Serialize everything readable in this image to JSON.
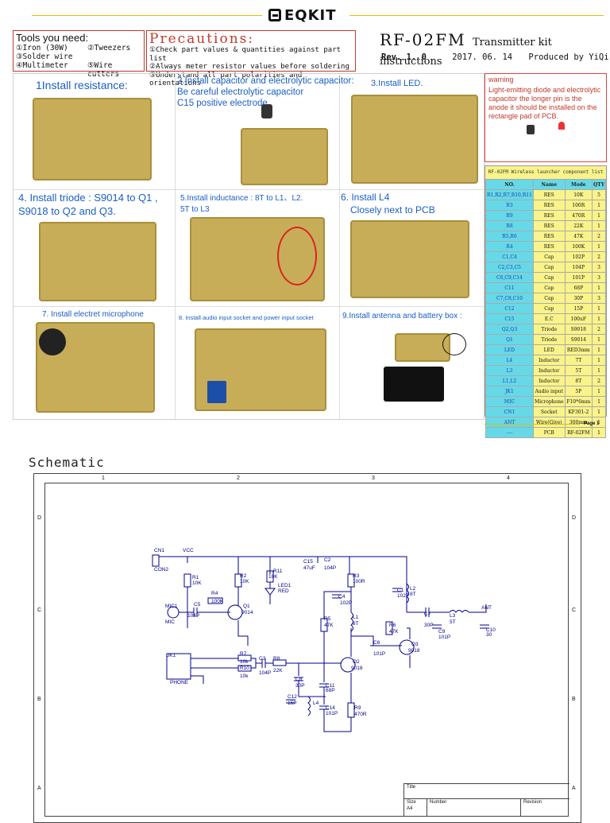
{
  "header": {
    "brand": "EQKIT"
  },
  "tools": {
    "title": "Tools you need:",
    "items": [
      "①Iron (30W)",
      "②Tweezers",
      "③Solder wire",
      "④Multimeter",
      "⑤Wire cutters"
    ]
  },
  "precautions": {
    "title": "Precautions:",
    "items": [
      "①Check part values & quantities against part list",
      "②Always meter resistor values before soldering",
      "③Understand all part polarities and orientations"
    ]
  },
  "kit": {
    "title": "RF-02FM",
    "subtitle": "Transmitter kit instructions",
    "rev": "Rev. 1. 0",
    "date": "2017. 06. 14",
    "produced": "Produced by YiQi"
  },
  "steps": [
    {
      "label": "1Install resistance:"
    },
    {
      "label": "2.Install capacitor and electrolytic capacitor:",
      "sub1": "Be careful electrolytic capacitor",
      "sub2": "C15 positive electrode"
    },
    {
      "label": "3.Install LED."
    },
    {
      "label": "4. Install triode : S9014 to Q1 ,",
      "sub1": "S9018 to Q2 and Q3."
    },
    {
      "label": "5.Install inductance : 8T to L1、L2.",
      "sub1": "5T to L3"
    },
    {
      "label": "6. Install L4",
      "sub1": "Closely next to PCB"
    },
    {
      "label": "7. Install electret microphone"
    },
    {
      "label": "8. Install audio input socket and power input socket"
    },
    {
      "label": "9.Install antenna and battery box :"
    }
  ],
  "warning": {
    "title": "warning",
    "text": "Light-emitting diode and electrolytic capacitor the longer pin is the anode it should be installed on the rectangle pad of PCB."
  },
  "bom": {
    "title": "RF-02FM Wireless launcher component list",
    "headers": [
      "NO.",
      "Name",
      "Mode",
      "QTY"
    ],
    "rows": [
      [
        "R1,R2,R7,R10,R11",
        "RES",
        "10K",
        "5"
      ],
      [
        "R3",
        "RES",
        "100R",
        "1"
      ],
      [
        "R9",
        "RES",
        "470R",
        "1"
      ],
      [
        "R8",
        "RES",
        "22K",
        "1"
      ],
      [
        "R5,R6",
        "RES",
        "47K",
        "2"
      ],
      [
        "R4",
        "RES",
        "100K",
        "1"
      ],
      [
        "C1,C4",
        "Cap",
        "102P",
        "2"
      ],
      [
        "C2,C3,C5",
        "Cap",
        "104P",
        "3"
      ],
      [
        "C6,C9,C14",
        "Cap",
        "101P",
        "3"
      ],
      [
        "C11",
        "Cap",
        "68P",
        "1"
      ],
      [
        "C7,C8,C10",
        "Cap",
        "30P",
        "3"
      ],
      [
        "C12",
        "Cap",
        "15P",
        "1"
      ],
      [
        "C15",
        "E.C",
        "100uF",
        "1"
      ],
      [
        "Q2,Q3",
        "Triode",
        "S9018",
        "2"
      ],
      [
        "Q1",
        "Triode",
        "S9014",
        "1"
      ],
      [
        "LED",
        "LED",
        "RED3mm",
        "1"
      ],
      [
        "L4",
        "Inductor",
        "7T",
        "1"
      ],
      [
        "L3",
        "Inductor",
        "5T",
        "1"
      ],
      [
        "L1,L2",
        "Inductor",
        "8T",
        "2"
      ],
      [
        "JK1",
        "Audio input",
        "5P",
        "1"
      ],
      [
        "MIC",
        "Microphone",
        "F10*6mm",
        "1"
      ],
      [
        "CN1",
        "Socket",
        "KF301-2",
        "1"
      ],
      [
        "ANT",
        "Wire(Give)",
        "300mm",
        "1"
      ],
      [
        "----",
        "PCB",
        "RF-02FM",
        "1"
      ]
    ]
  },
  "page_label": "Page 1",
  "schematic": {
    "title": "Schematic",
    "cols": [
      "1",
      "2",
      "3",
      "4"
    ],
    "rows": [
      "D",
      "C",
      "B",
      "A"
    ],
    "parts": {
      "cn1": "CN1",
      "vcc": "VCC",
      "con2": "CON2",
      "r1": "R1",
      "r1v": "10K",
      "r2": "R2",
      "r2v": "10K",
      "r11": "R11",
      "r11v": "10K",
      "led": "LED1",
      "ledv": "RED",
      "c15": "C15",
      "c15v": "47uF",
      "c2": "C2",
      "c2v": "104P",
      "r3": "R3",
      "r3v": "100R",
      "c1": "C1",
      "c1v": "102P",
      "l2": "L2",
      "l2v": "8T",
      "mic": "MIC1",
      "micv": "MIC",
      "c5": "C5",
      "c5v": "104P",
      "r4": "R4",
      "r4v": "100K",
      "q1": "Q1",
      "q1v": "9014",
      "c4": "C4",
      "c4v": "102P",
      "l1": "L1",
      "l1v": "8T",
      "r5": "R5",
      "r5v": "47K",
      "r6": "R6",
      "r6v": "47K",
      "c7": "C7",
      "c7v": "30P",
      "l3": "L3",
      "l3v": "5T",
      "ant": "ANT",
      "c9": "C9",
      "c9v": "101P",
      "c10": "C10",
      "c10v": "30",
      "c6": "C6",
      "c6v": "101P",
      "q3": "Q3",
      "q3v": "9018",
      "jk1": "JK1",
      "phone": "PHONE",
      "r7": "R7",
      "r7v": "10k",
      "r10": "R10",
      "r10v": "10k",
      "c3": "C3",
      "c3v": "104P",
      "r8": "R8",
      "r8v": "22K",
      "q2": "Q2",
      "q2v": "9018",
      "c8": "C8",
      "c8v": "30P",
      "c11": "C11",
      "c11v": "68P",
      "c12": "C12",
      "c12v": "15P",
      "l4": "L4",
      "c14": "C14",
      "c14v": "101P",
      "r9": "R9",
      "r9v": "470R"
    },
    "titleblock": {
      "title": "Title",
      "size": "Size",
      "size_v": "A4",
      "number": "Number",
      "revision": "Revision"
    }
  }
}
